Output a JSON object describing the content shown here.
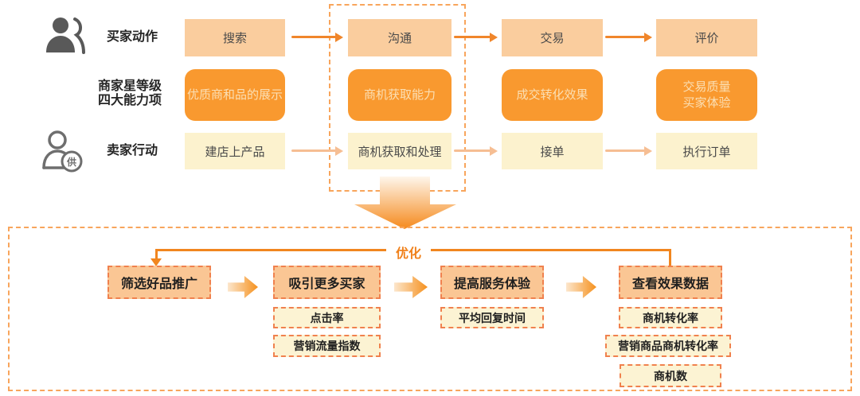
{
  "top": {
    "buyer_label": "买家动作",
    "capability_label_line1": "商家星等级",
    "capability_label_line2": "四大能力项",
    "seller_label": "卖家行动",
    "seller_badge": "供",
    "buyer_actions": [
      "搜索",
      "沟通",
      "交易",
      "评价"
    ],
    "capabilities": [
      "优质商和品的展示",
      "商机获取能力",
      "成交转化效果",
      "交易质量\n买家体验"
    ],
    "seller_actions": [
      "建店上产品",
      "商机获取和处理",
      "接单",
      "执行订单"
    ]
  },
  "bottom": {
    "loop_label": "优化",
    "steps": [
      {
        "title": "筛选好品推广",
        "metrics": []
      },
      {
        "title": "吸引更多买家",
        "metrics": [
          "点击率",
          "营销流量指数"
        ]
      },
      {
        "title": "提高服务体验",
        "metrics": [
          "平均回复时间"
        ]
      },
      {
        "title": "查看效果数据",
        "metrics": [
          "商机转化率",
          "营销商品商机转化率",
          "商机数"
        ]
      }
    ]
  },
  "palette": {
    "buyer_row_fill": "#FACD9E",
    "capability_fill": "#F9992F",
    "capability_text": "#FBDFB4",
    "seller_row_fill": "#FCF2CE",
    "strong_arrow": "#F0862B",
    "light_arrow": "#F6BE93",
    "dashed_frame": "#F8A55C",
    "loop_line": "#F1861F",
    "opt_step_fill": "#FAC694",
    "opt_metric_fill": "#FCF3D3",
    "opt_dash_border": "#F0814E"
  }
}
